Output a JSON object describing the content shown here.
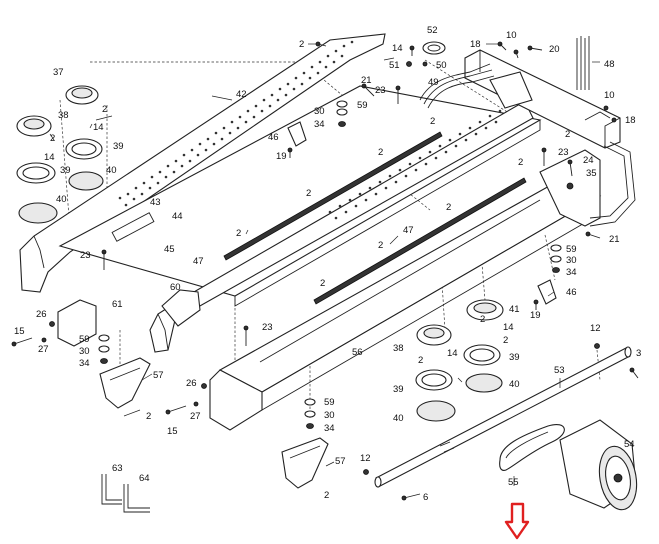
{
  "parts": {
    "p2": "2",
    "p3": "3",
    "p6": "6",
    "p10": "10",
    "p12": "12",
    "p14": "14",
    "p15": "15",
    "p18": "18",
    "p19": "19",
    "p20": "20",
    "p21": "21",
    "p23": "23",
    "p24": "24",
    "p26": "26",
    "p27": "27",
    "p30": "30",
    "p34": "34",
    "p35": "35",
    "p37": "37",
    "p38": "38",
    "p39": "39",
    "p40": "40",
    "p41": "41",
    "p42": "42",
    "p43": "43",
    "p44": "44",
    "p45": "45",
    "p46": "46",
    "p47": "47",
    "p48": "48",
    "p49": "49",
    "p50": "50",
    "p51": "51",
    "p52": "52",
    "p53": "53",
    "p54": "54",
    "p55": "55",
    "p56": "56",
    "p57": "57",
    "p59": "59",
    "p60": "60",
    "p61": "61",
    "p63": "63",
    "p64": "64"
  },
  "highlight": {
    "part": "55",
    "arrow_color": "#e02020"
  }
}
